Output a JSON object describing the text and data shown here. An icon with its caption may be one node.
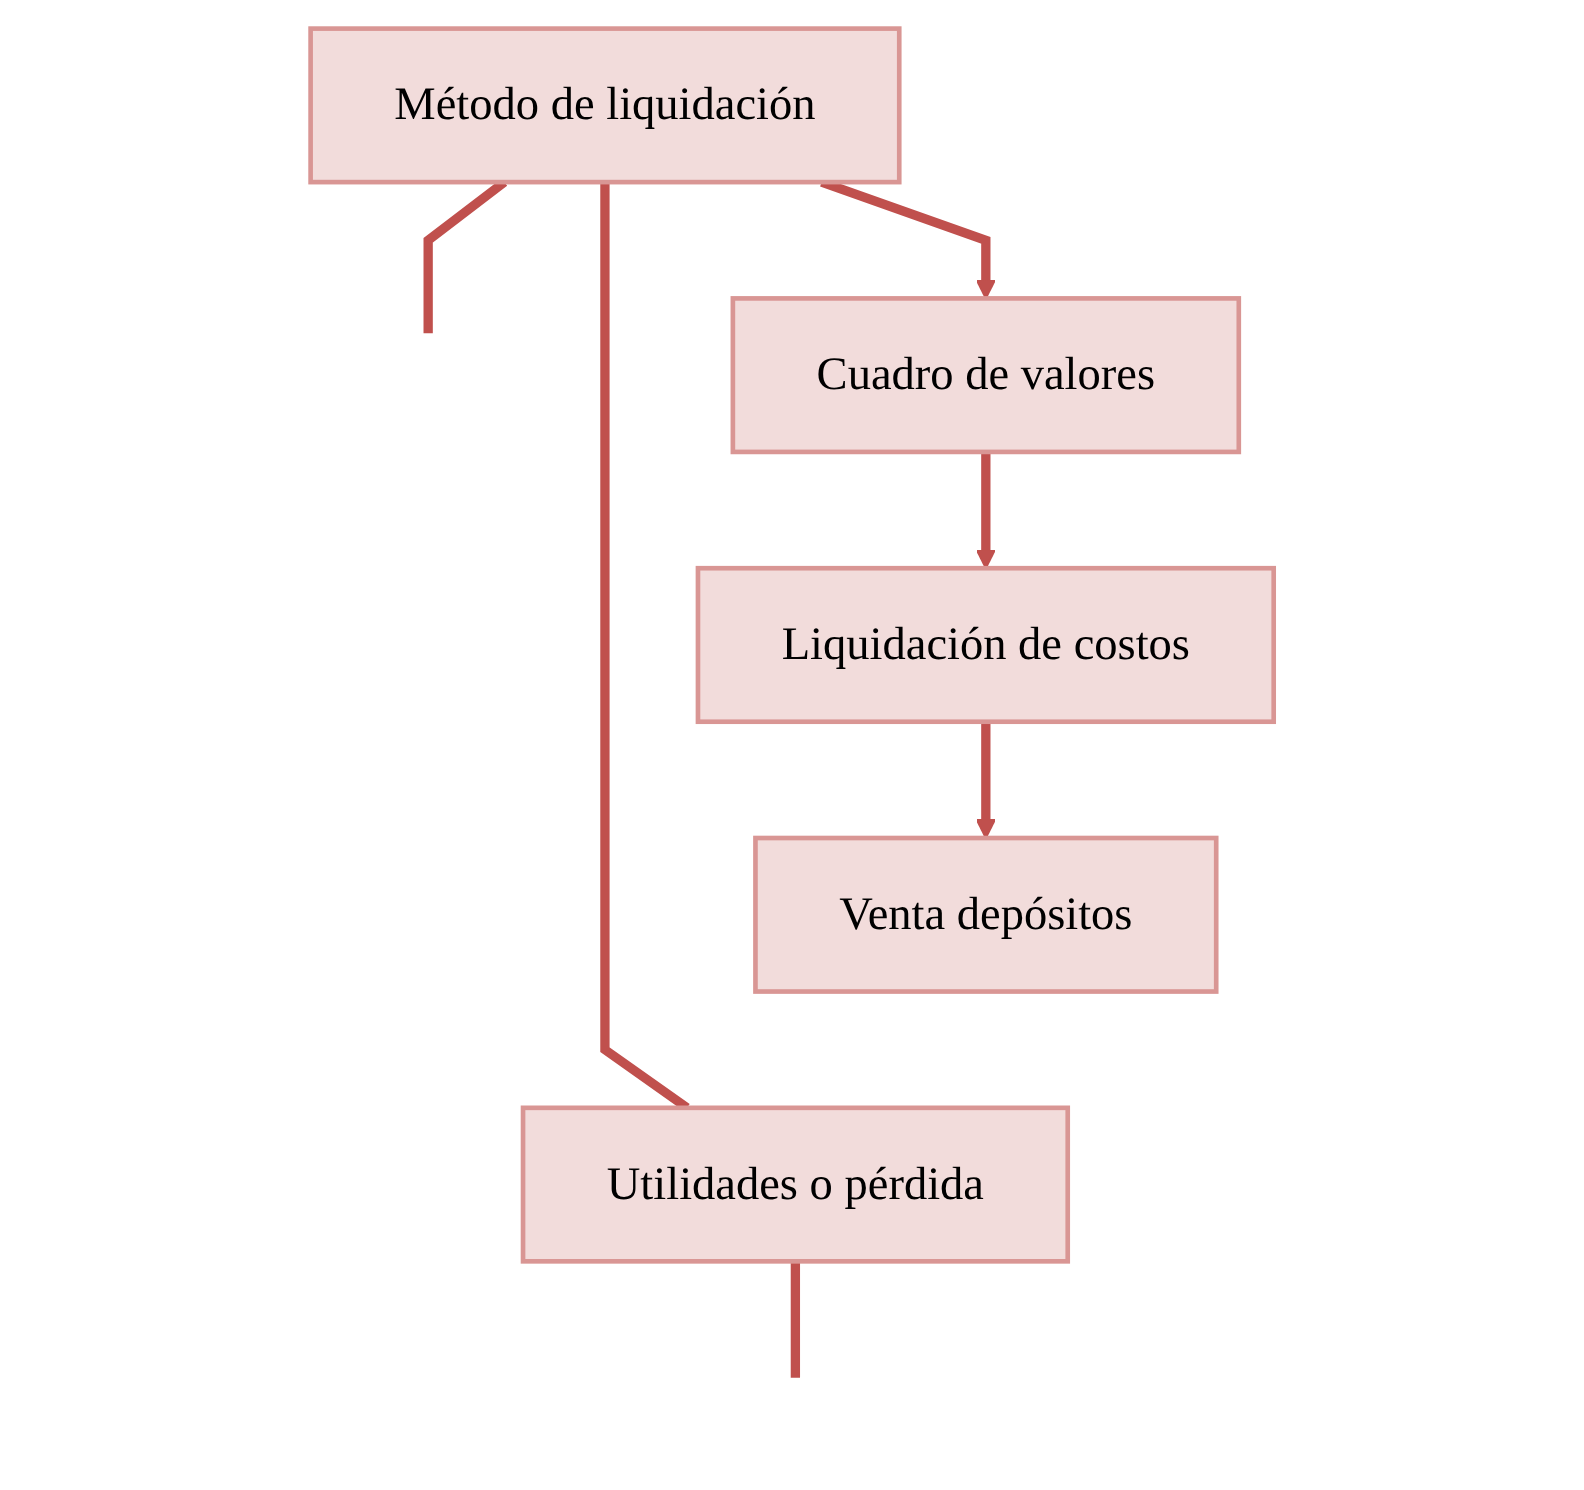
{
  "diagram": {
    "nodes": [
      {
        "text": [
          "Método de liquidación"
        ]
      },
      {
        "text": [
          "Cuadro de valores"
        ]
      },
      {
        "text": [
          "Liquidación de costos"
        ]
      },
      {
        "text": [
          "Venta depósitos"
        ]
      },
      {
        "text": [
          "Utilidades o pérdida"
        ]
      }
    ],
    "edges": [
      {
        "from": 0,
        "to": 1,
        "arrow": "to"
      },
      {
        "from": 1,
        "to": 2,
        "arrow": "to"
      },
      {
        "from": 2,
        "to": 3,
        "arrow": "to"
      },
      {
        "from": 0,
        "to": 4,
        "arrow": "none"
      },
      {
        "from": 0,
        "to": null,
        "arrow": "none"
      },
      {
        "from": 4,
        "to": null,
        "arrow": "none"
      }
    ]
  }
}
